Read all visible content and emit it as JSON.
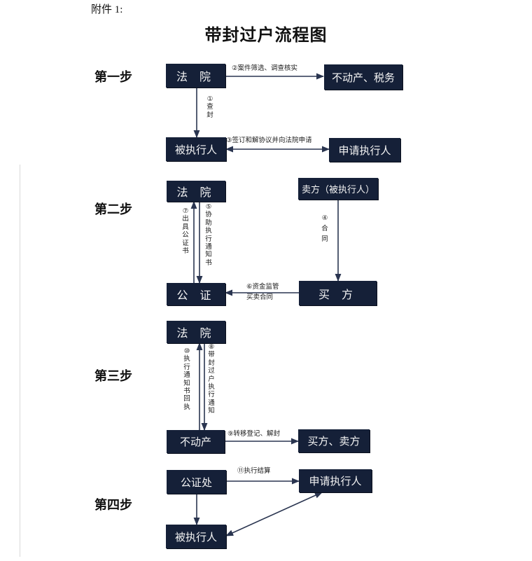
{
  "attachment": "附件 1:",
  "title": "带封过户流程图",
  "steps": {
    "s1": "第一步",
    "s2": "第二步",
    "s3": "第三步",
    "s4": "第四步"
  },
  "boxes": {
    "court1": "法 院",
    "tax": "不动产、税务",
    "debtor1": "被执行人",
    "applicant1": "申请执行人",
    "court2": "法 院",
    "seller": "卖方（被执行人）",
    "notary": "公 证",
    "buyer": "买 方",
    "court3": "法 院",
    "realestate": "不动产",
    "buyerseller": "买方、卖方",
    "notaryoffice": "公证处",
    "applicant4": "申请执行人",
    "debtor4": "被执行人"
  },
  "labels": {
    "l2": "②案件筛选、调查核实",
    "l1": "①查封",
    "l3": "③签订和解协议并向法院申请",
    "l7": "⑦出具公证书",
    "l5": "⑤协助执行通知书",
    "l4": "④合同",
    "l6a": "⑥资金监管",
    "l6b": "买卖合同",
    "l10": "⑩执行通知书回执",
    "l8": "⑧带封过户执行通知",
    "l9": "⑨转移登记、解封",
    "l11": "⑪执行结算"
  },
  "colors": {
    "box": "#152038",
    "box_text": "#f4f4f4",
    "line": "#2a3550"
  }
}
